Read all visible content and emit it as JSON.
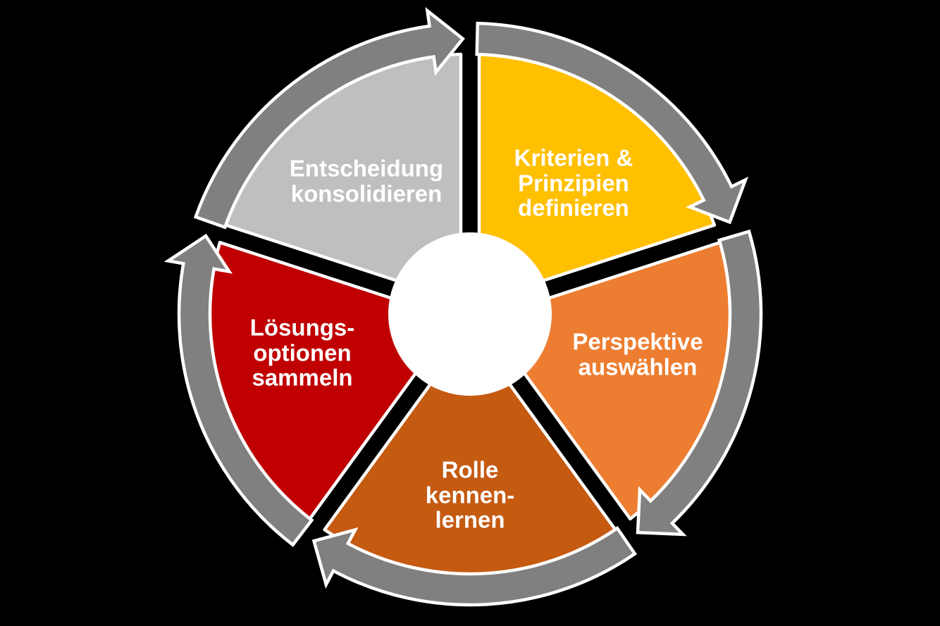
{
  "diagram": {
    "type": "cycle",
    "direction": "clockwise",
    "segment_count": 5,
    "background_color": "#000000",
    "center_color": "#FFFFFF",
    "arrow_color": "#808080",
    "outline_color": "#FFFFFF",
    "text_color": "#FFFFFF",
    "segments": [
      {
        "id": "kriterien-prinzipien-definieren",
        "label": "Kriterien &\nPrinzipien\ndefinieren",
        "color": "#FFC000"
      },
      {
        "id": "perspektive-auswaehlen",
        "label": "Perspektive\nauswählen",
        "color": "#ED7D31"
      },
      {
        "id": "rolle-kennenlernen",
        "label": "Rolle\nkennen-\nlernen",
        "color": "#C55A11"
      },
      {
        "id": "loesungsoptionen-sammeln",
        "label": "Lösungs-\noptionen\nsammeln",
        "color": "#C00000"
      },
      {
        "id": "entscheidung-konsolidieren",
        "label": "Entscheidung\nkonsolidieren",
        "color": "#BFBFBF"
      }
    ]
  }
}
